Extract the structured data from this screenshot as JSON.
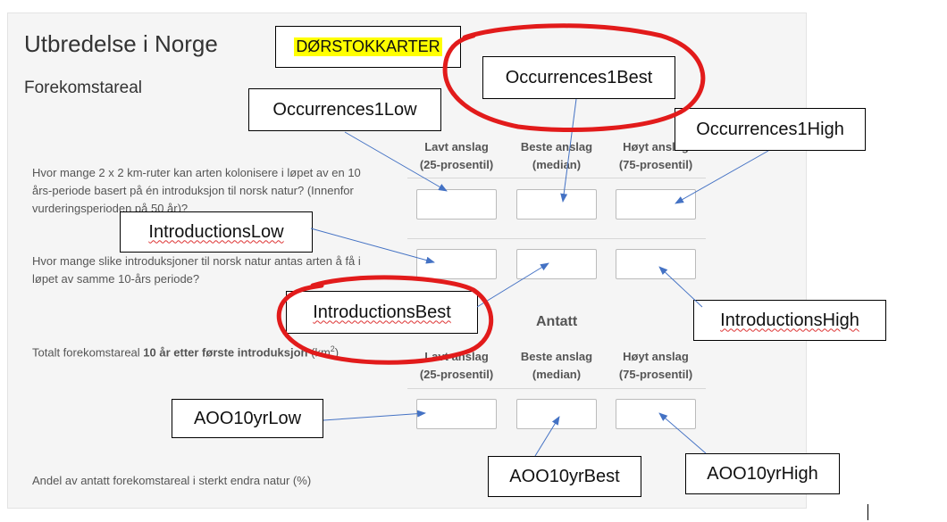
{
  "page": {
    "title": "Utbredelse i Norge",
    "section": "Forekomstareal",
    "tag": "DØRSTOKKARTER"
  },
  "columns_top": [
    {
      "line1": "Lavt anslag",
      "line2": "(25-prosentil)"
    },
    {
      "line1": "Beste anslag",
      "line2": "(median)"
    },
    {
      "line1": "Høyt anslag",
      "line2": "(75-prosentil)"
    }
  ],
  "columns_bottom": [
    {
      "line1": "Lavt anslag",
      "line2": "(25-prosentil)"
    },
    {
      "line1": "Beste anslag",
      "line2": "(median)"
    },
    {
      "line1": "Høyt anslag",
      "line2": "(75-prosentil)"
    }
  ],
  "questions": {
    "q1": {
      "line1": "Hvor mange 2 x 2 km-ruter kan arten kolonisere i løpet av en 10",
      "line2": "års-periode basert på én introduksjon til norsk natur? (Innenfor",
      "line3": "vurderingsperioden på 50 år)?"
    },
    "q2": {
      "line1": "Hvor mange slike introduksjoner til norsk natur antas arten å få i",
      "line2": "løpet av samme 10-års periode?"
    },
    "q3": {
      "prefix": "Totalt forekomstareal ",
      "bold": "10 år etter første introduksjon",
      "suffix": " (km",
      "sup": "2",
      "close": ")"
    },
    "q4": "Andel av antatt forekomstareal i sterkt endra natur (%)"
  },
  "antatt_label": "Antatt",
  "fields": {
    "occ_low": "",
    "occ_best": "",
    "occ_high": "",
    "intro_low": "",
    "intro_best": "",
    "intro_high": "",
    "aoo_low": "",
    "aoo_best": "",
    "aoo_high": ""
  },
  "callouts": {
    "occurrences_best": "Occurrences1Best",
    "occurrences_low": "Occurrences1Low",
    "occurrences_high": "Occurrences1High",
    "introductions_low": "IntroductionsLow",
    "introductions_best": "IntroductionsBest",
    "introductions_high": "IntroductionsHigh",
    "aoo_low": "AOO10yrLow",
    "aoo_best": "AOO10yrBest",
    "aoo_high": "AOO10yrHigh"
  },
  "colors": {
    "arrow": "#4472c4",
    "circle": "#e21b1b",
    "highlight": "#ffff00",
    "panel": "#f5f5f5"
  }
}
